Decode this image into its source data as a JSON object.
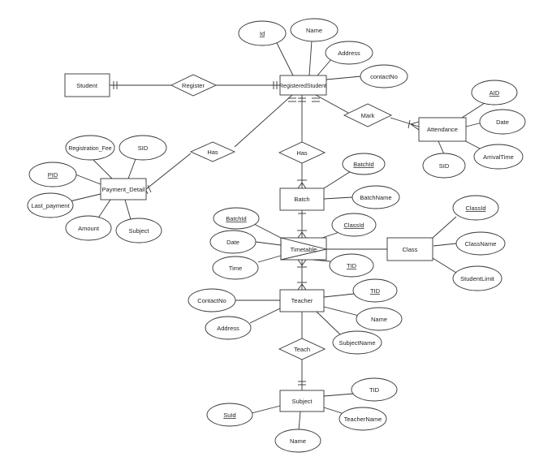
{
  "entities": {
    "student": "Student",
    "registered_student": "RegisteredStudent",
    "attendance": "Attendance",
    "payment_detail": "Payment_Detail",
    "batch": "Batch",
    "timetable": "Timetable",
    "class": "Class",
    "teacher": "Teacher",
    "subject": "Subject"
  },
  "relationships": {
    "register": "Register",
    "mark": "Mark",
    "has_payment": "Has",
    "has_batch": "Has",
    "teach": "Teach"
  },
  "attributes": {
    "rs_id": "Id",
    "rs_name": "Name",
    "rs_address": "Address",
    "rs_contact": "contactNo",
    "att_aid": "AID",
    "att_date": "Date",
    "att_arrival": "ArrivalTime",
    "att_sid": "SID",
    "pay_fee": "Registration_Fee",
    "pay_sid": "SID",
    "pay_pid": "PID",
    "pay_last": "Last_payment",
    "pay_amount": "Amount",
    "pay_subject": "Subject",
    "batch_id": "BatchId",
    "batch_name": "BatchName",
    "tt_batchid": "BatchId",
    "tt_classid": "ClassId",
    "tt_date": "Date",
    "tt_time": "Time",
    "tt_tid": "TID",
    "class_id": "ClassId",
    "class_name": "ClassName",
    "class_limit": "StudentLimit",
    "t_contact": "ContactNo",
    "t_tid": "TID",
    "t_address": "Address",
    "t_name": "Name",
    "t_subjectname": "SubjectName",
    "s_tid": "TID",
    "s_suid": "SuId",
    "s_teachername": "TeacherName",
    "s_name": "Name"
  }
}
